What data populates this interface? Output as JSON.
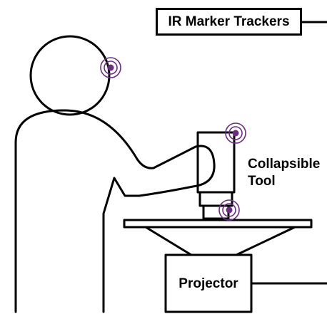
{
  "labels": {
    "ir_trackers": "IR Marker Trackers",
    "tool_line1": "Collapsible",
    "tool_line2": "Tool",
    "projector": "Projector"
  },
  "colors": {
    "line": "#000000",
    "marker": "#6a2c83",
    "background": "#ffffff"
  },
  "icons": {
    "marker": "ir-marker-icon"
  }
}
